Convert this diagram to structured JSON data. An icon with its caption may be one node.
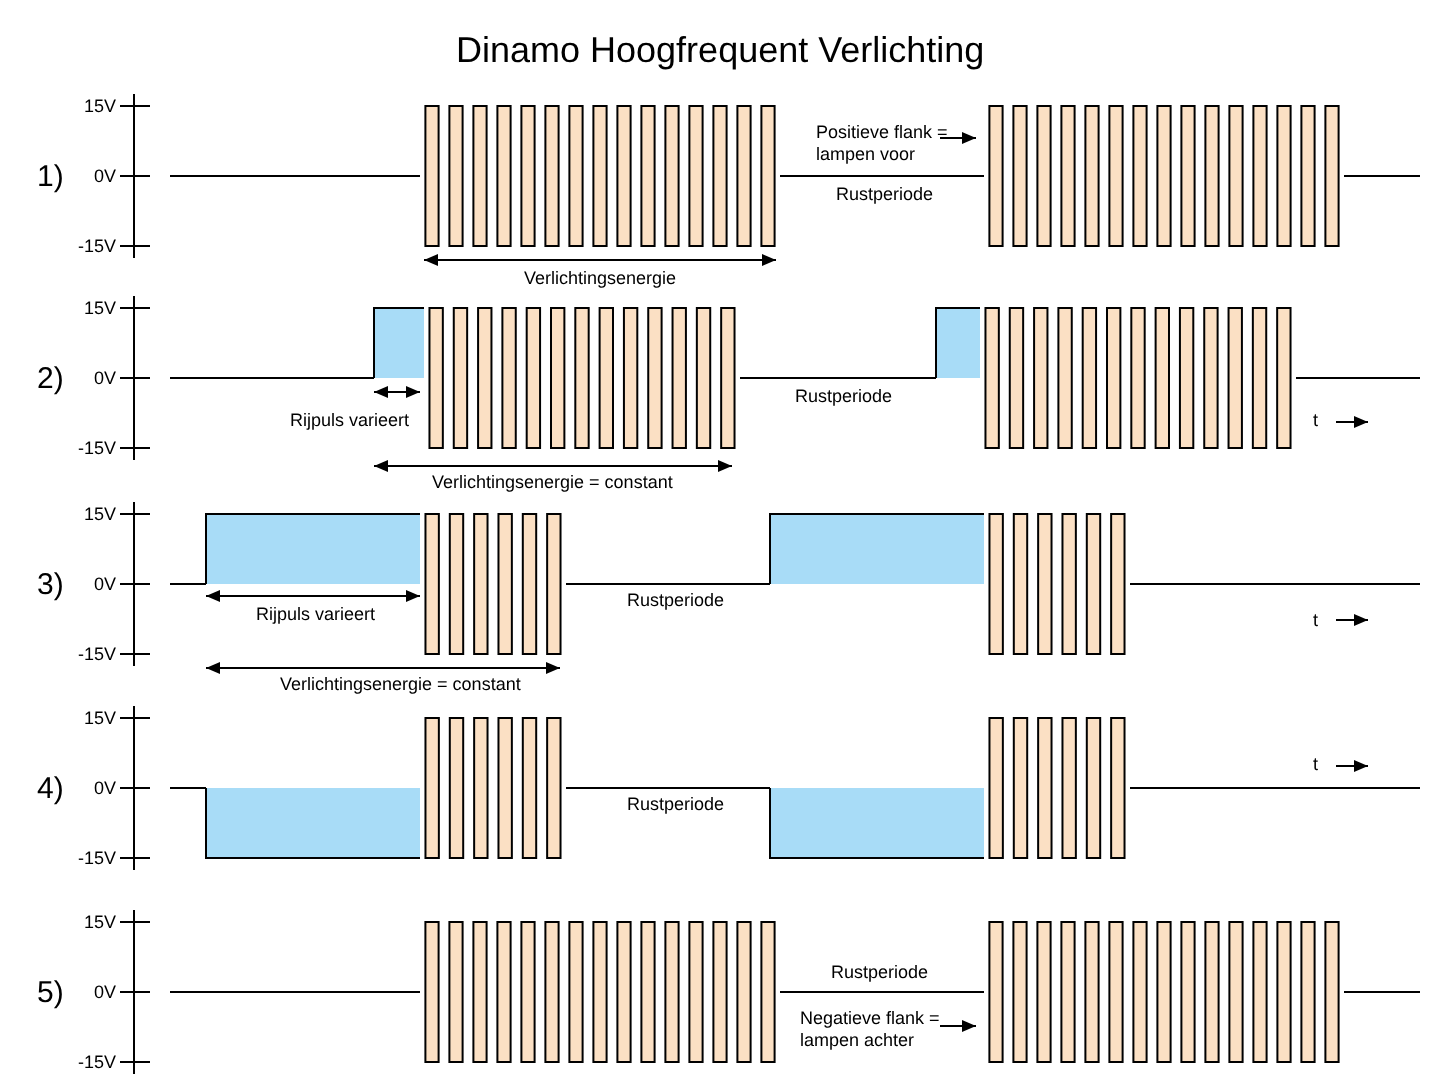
{
  "diagram": {
    "title": "Dinamo Hoogfrequent Verlichting",
    "labels": [
      "1)",
      "15V",
      "0V",
      "-15V",
      "Positieve flank = lampen voor",
      "Rustperiode",
      "Verlichtingsenergie",
      "2)",
      "15V",
      "0V",
      "-15V",
      "Rijpuls varieert",
      "Rustperiode",
      "t",
      "Verlichtingsenergie = constant",
      "3)",
      "15V",
      "0V",
      "-15V",
      "Rijpuls varieert",
      "Rustperiode",
      "t",
      "Verlichtingsenergie = constant",
      "4)",
      "15V",
      "0V",
      "-15V",
      "t",
      "Rustperiode",
      "5)",
      "15V",
      "0V",
      "-15V",
      "Rustperiode",
      "Negatieve flank = lampen achter"
    ]
  }
}
